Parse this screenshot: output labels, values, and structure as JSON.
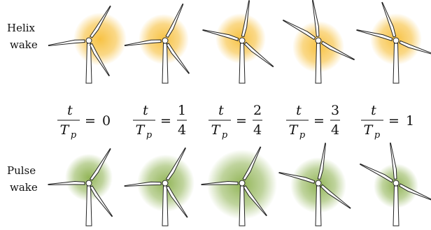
{
  "rows": [
    {
      "label_line1": "Helix",
      "label_line2": "wake",
      "glow_color": "#f6b824"
    },
    {
      "label_line1": "Pulse",
      "label_line2": "wake",
      "glow_color": "#7fa83a"
    }
  ],
  "time_labels": [
    {
      "numerator": "t",
      "denominator": "T",
      "subscript": "p",
      "equals": "=",
      "value_num": "0",
      "value_den": ""
    },
    {
      "numerator": "t",
      "denominator": "T",
      "subscript": "p",
      "equals": "=",
      "value_num": "1",
      "value_den": "4"
    },
    {
      "numerator": "t",
      "denominator": "T",
      "subscript": "p",
      "equals": "=",
      "value_num": "2",
      "value_den": "4"
    },
    {
      "numerator": "t",
      "denominator": "T",
      "subscript": "p",
      "equals": "=",
      "value_num": "3",
      "value_den": "4"
    },
    {
      "numerator": "t",
      "denominator": "T",
      "subscript": "p",
      "equals": "=",
      "value_num": "1",
      "value_den": ""
    }
  ]
}
